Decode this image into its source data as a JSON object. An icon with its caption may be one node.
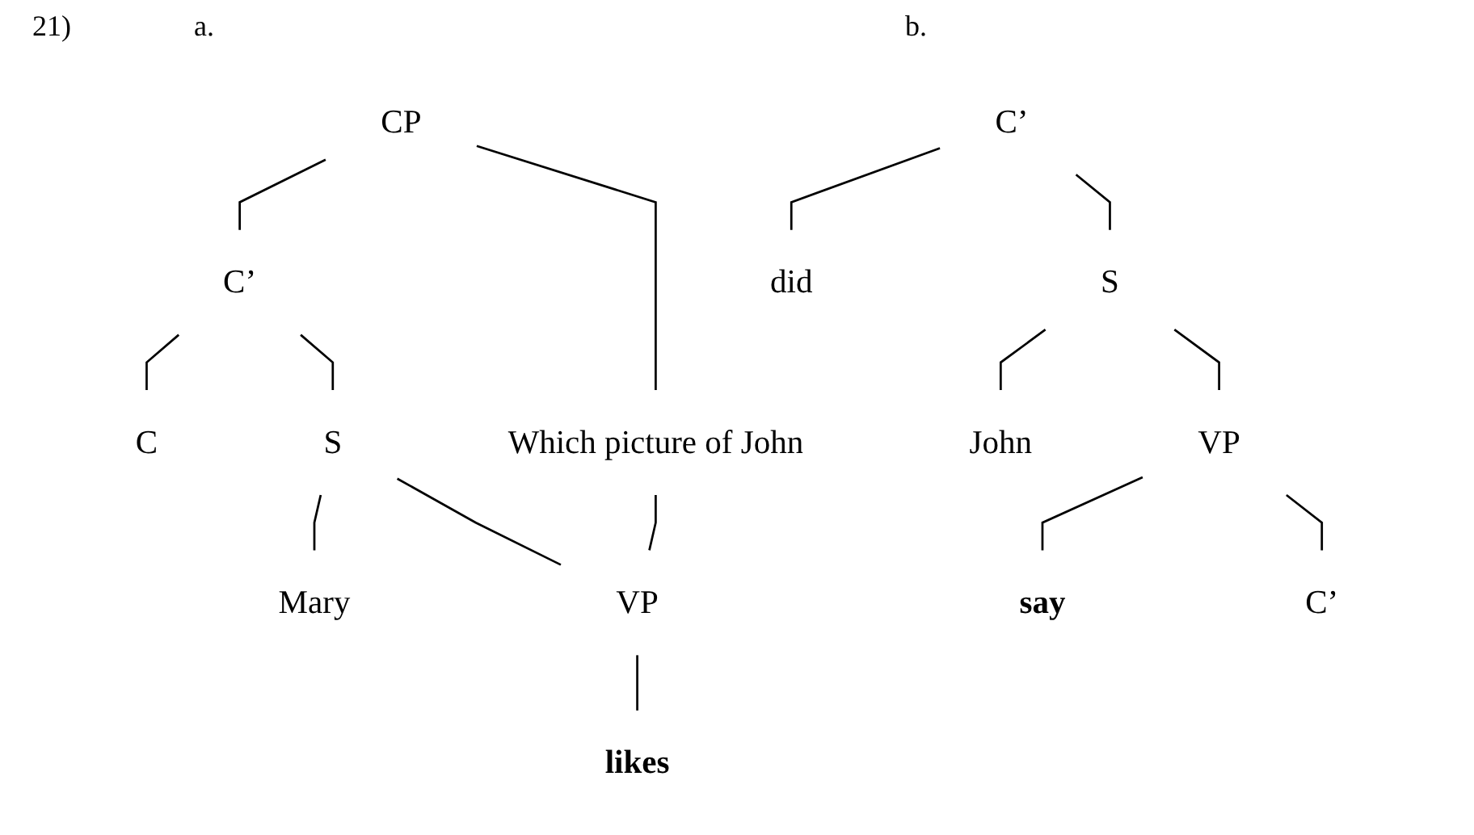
{
  "diagram": {
    "nodes": [
      {
        "text": [
          "CP"
        ]
      },
      {
        "text": [
          "C’"
        ]
      },
      {
        "text": [
          "C"
        ]
      },
      {
        "text": [
          "S"
        ]
      },
      {
        "text": [
          "Mary"
        ]
      },
      {
        "text": [
          "VP"
        ]
      },
      {
        "text": [
          "likes"
        ]
      },
      {
        "text": [
          "Which picture of John"
        ]
      },
      {
        "text": [
          "C’"
        ]
      },
      {
        "text": [
          "did"
        ]
      },
      {
        "text": [
          "S"
        ]
      },
      {
        "text": [
          "John"
        ]
      },
      {
        "text": [
          "VP"
        ]
      },
      {
        "text": [
          "say"
        ]
      },
      {
        "text": [
          "C’"
        ]
      }
    ],
    "edges": [
      {
        "from": 0,
        "to": 1,
        "arrow": "none"
      },
      {
        "from": 1,
        "to": 2,
        "arrow": "none"
      },
      {
        "from": 1,
        "to": 3,
        "arrow": "none"
      },
      {
        "from": 3,
        "to": 4,
        "arrow": "none"
      },
      {
        "from": 3,
        "to": 5,
        "arrow": "none"
      },
      {
        "from": 5,
        "to": 6,
        "arrow": "none"
      },
      {
        "from": 0,
        "to": 7,
        "arrow": "none"
      },
      {
        "from": 7,
        "to": 5,
        "arrow": "none"
      },
      {
        "from": 8,
        "to": 9,
        "arrow": "none"
      },
      {
        "from": 8,
        "to": 10,
        "arrow": "none"
      },
      {
        "from": 10,
        "to": 11,
        "arrow": "none"
      },
      {
        "from": 10,
        "to": 12,
        "arrow": "none"
      },
      {
        "from": 12,
        "to": 13,
        "arrow": "none"
      },
      {
        "from": 12,
        "to": 14,
        "arrow": "none"
      }
    ],
    "labels": [
      "21)",
      "a.",
      "b."
    ]
  }
}
